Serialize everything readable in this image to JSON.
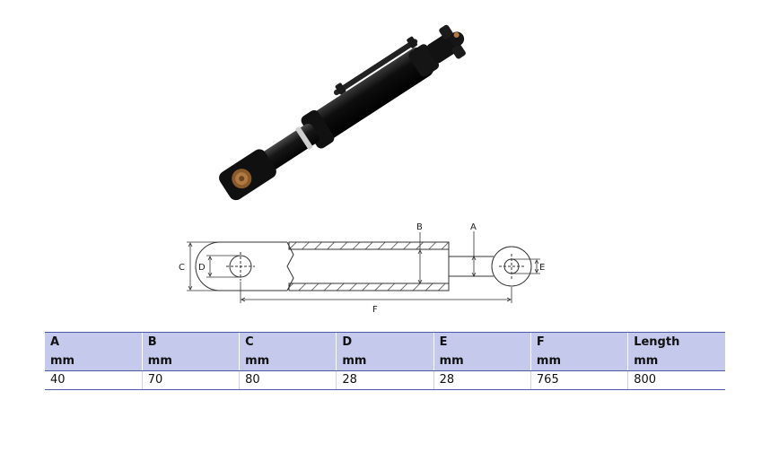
{
  "drawing": {
    "labels": {
      "a": "A",
      "b": "B",
      "c": "C",
      "d": "D",
      "e": "E",
      "f": "F"
    }
  },
  "table": {
    "columns": [
      {
        "name": "A",
        "unit": "mm"
      },
      {
        "name": "B",
        "unit": "mm"
      },
      {
        "name": "C",
        "unit": "mm"
      },
      {
        "name": "D",
        "unit": "mm"
      },
      {
        "name": "E",
        "unit": "mm"
      },
      {
        "name": "F",
        "unit": "mm"
      },
      {
        "name": "Length",
        "unit": "mm"
      }
    ],
    "rows": [
      [
        "40",
        "70",
        "80",
        "28",
        "28",
        "765",
        "800"
      ]
    ]
  }
}
